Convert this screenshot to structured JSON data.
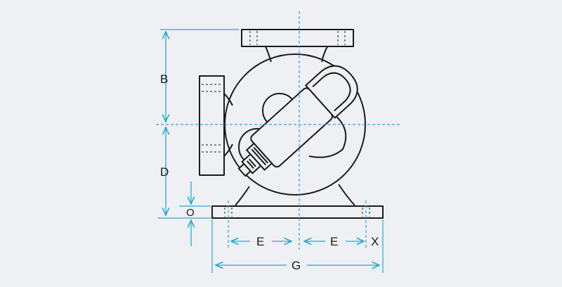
{
  "colors": {
    "background": "#eef0f3",
    "outline": "#1b1b1b",
    "dimension": "#2aa9d0",
    "centerline": "#2aa9d0"
  },
  "labels": {
    "b": "B",
    "d": "D",
    "o": "O",
    "e_left": "E",
    "e_right": "E",
    "x": "X",
    "g": "G"
  }
}
